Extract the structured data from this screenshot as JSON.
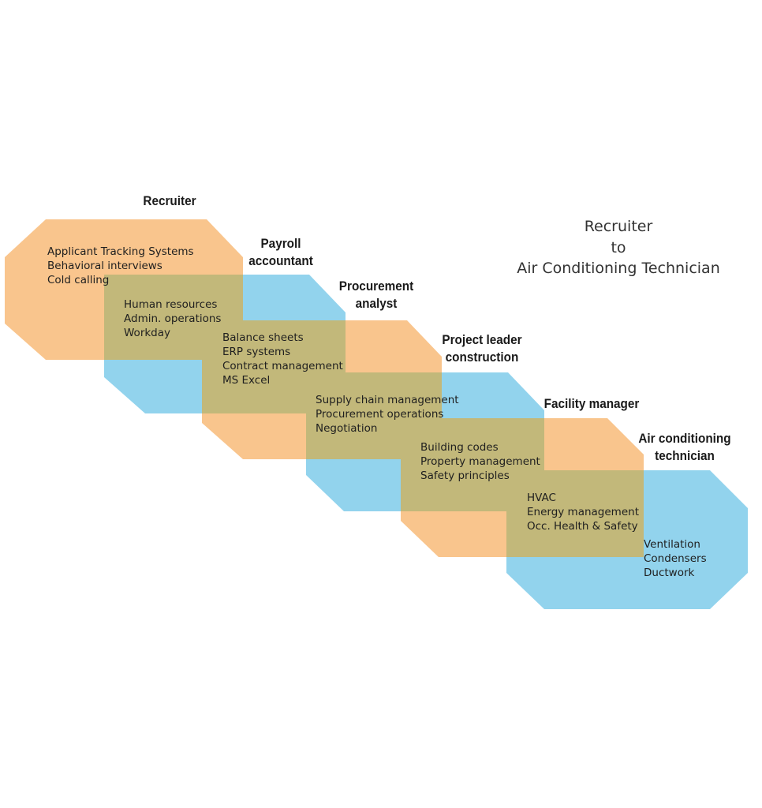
{
  "title": {
    "from": "Recruiter",
    "connector": "to",
    "to": "Air Conditioning Technician"
  },
  "colors": {
    "orange": "#f9c58d",
    "blue": "#92d3ed",
    "overlap": "#c2b87a",
    "text": "#1f1f1f"
  },
  "roles": [
    {
      "heading": [
        "Recruiter"
      ],
      "skills": [
        "Applicant Tracking Systems",
        "Behavioral interviews",
        "Cold calling"
      ],
      "color": "orange"
    },
    {
      "heading": [
        "Payroll",
        "accountant"
      ],
      "skills": [
        "Human resources",
        "Admin. operations",
        "Workday"
      ],
      "color": "blue"
    },
    {
      "heading": [
        "Procurement",
        "analyst"
      ],
      "skills": [
        "Balance sheets",
        "ERP systems",
        "Contract management",
        "MS Excel"
      ],
      "color": "orange"
    },
    {
      "heading": [
        "Project leader",
        "construction"
      ],
      "skills": [
        "Supply chain management",
        "Procurement operations",
        "Negotiation"
      ],
      "color": "blue"
    },
    {
      "heading": [
        "Facility manager"
      ],
      "skills": [
        "Building codes",
        "Property management",
        "Safety principles"
      ],
      "color": "orange"
    },
    {
      "heading": [
        "Air conditioning",
        "technician"
      ],
      "skills": [
        "HVAC",
        "Energy management",
        "Occ. Health & Safety"
      ],
      "color": "blue"
    },
    {
      "heading": [],
      "skills": [
        "Ventilation",
        "Condensers",
        "Ductwork"
      ],
      "color": "blue"
    }
  ]
}
